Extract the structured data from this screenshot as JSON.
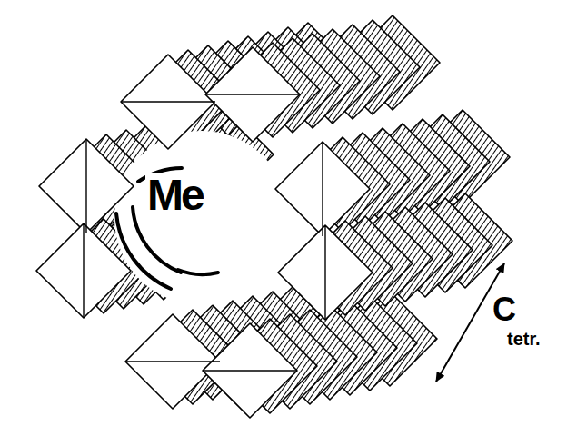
{
  "diagram": {
    "labels": [
      "Me",
      "C",
      "tetr."
    ]
  }
}
